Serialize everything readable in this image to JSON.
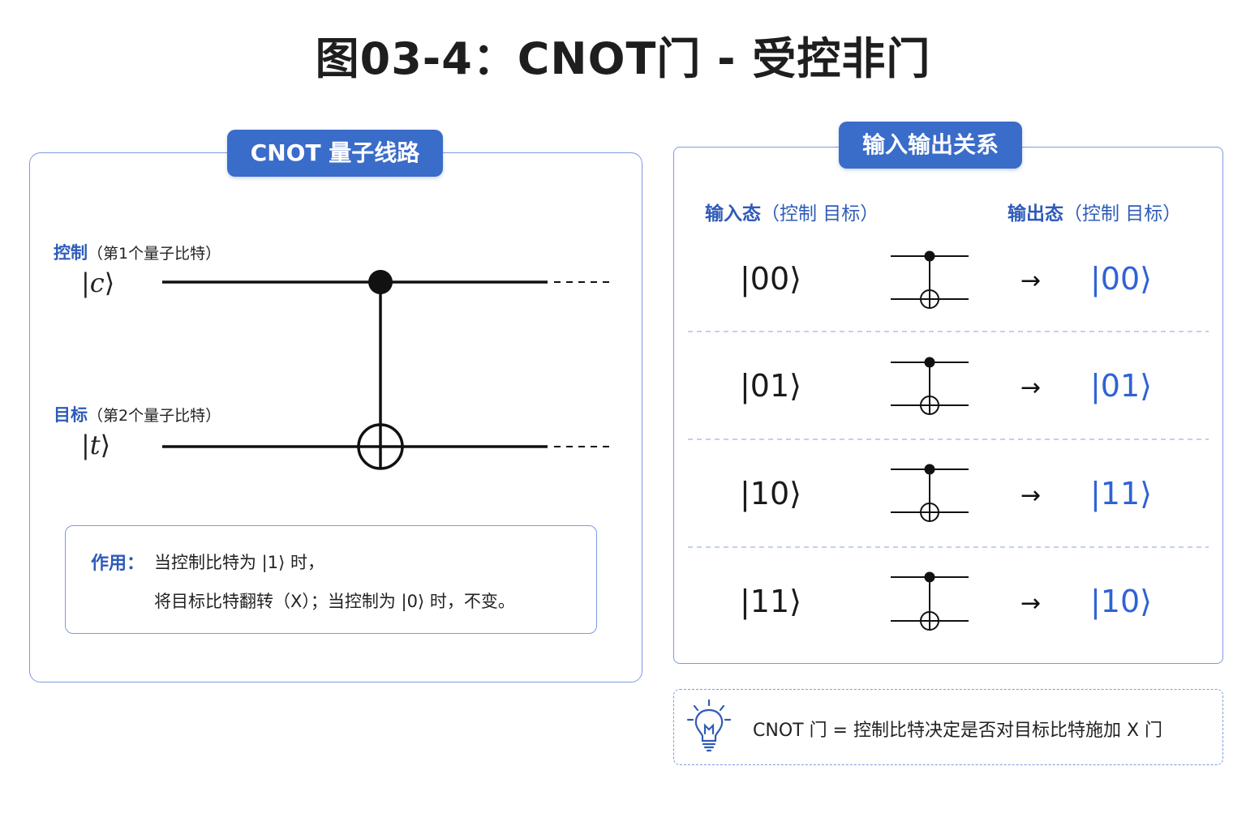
{
  "title": "图03-4：CNOT门 - 受控非门",
  "left_panel": {
    "header": "CNOT 量子线路",
    "control_label": "控制",
    "control_sub": "（第1个量子比特）",
    "control_ket": "c",
    "target_label": "目标",
    "target_sub": "（第2个量子比特）",
    "target_ket": "t",
    "effect_label": "作用：",
    "effect_line1": "当控制比特为 |1⟩ 时，",
    "effect_line2": "将目标比特翻转（X）；当控制为 |0⟩ 时，不变。"
  },
  "right_panel": {
    "header": "输入输出关系",
    "input_head": "输入态",
    "input_paren": "（控制 目标）",
    "output_head": "输出态",
    "output_paren": "（控制 目标）",
    "rows": [
      {
        "input": "|00⟩",
        "arrow": "→",
        "output": "|00⟩"
      },
      {
        "input": "|01⟩",
        "arrow": "→",
        "output": "|01⟩"
      },
      {
        "input": "|10⟩",
        "arrow": "→",
        "output": "|11⟩"
      },
      {
        "input": "|11⟩",
        "arrow": "→",
        "output": "|10⟩"
      }
    ]
  },
  "tip": {
    "icon": "lightbulb-icon",
    "text": "CNOT 门 = 控制比特决定是否对目标比特施加 X 门"
  },
  "colors": {
    "accent": "#3a6cc9",
    "border": "#7d9be0",
    "output_blue": "#2f62d4"
  }
}
